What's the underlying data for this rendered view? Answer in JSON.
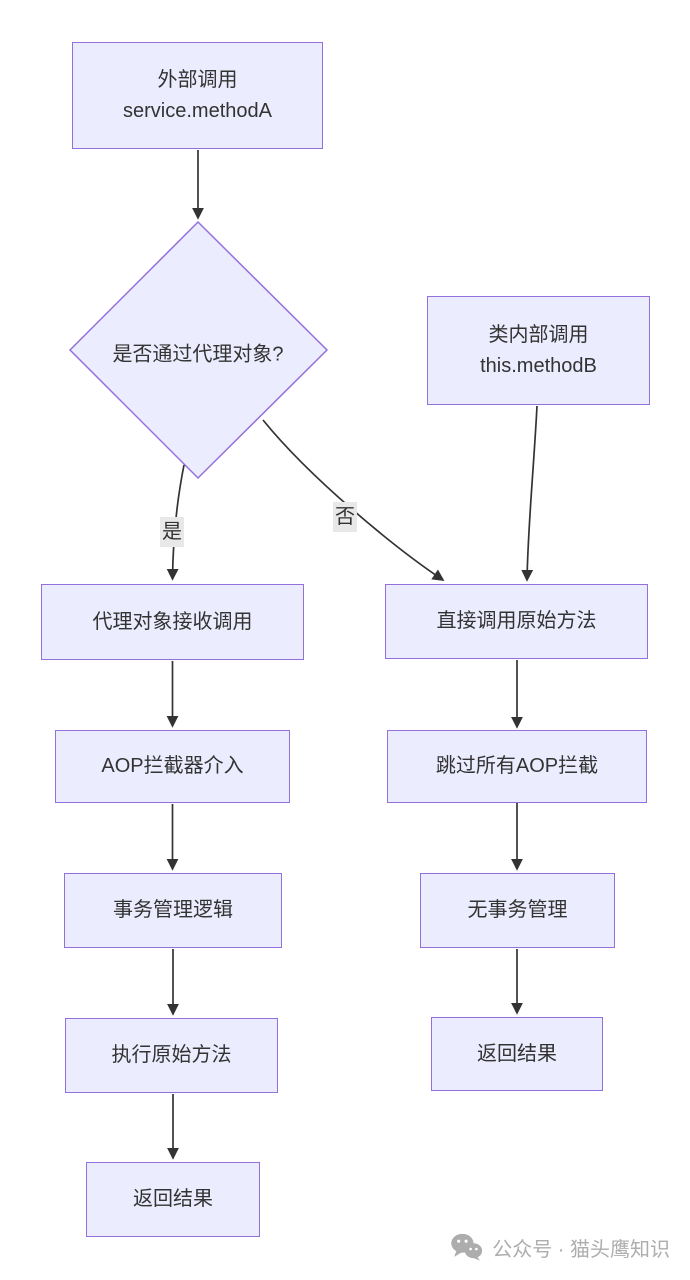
{
  "diagram": {
    "nodes": {
      "external_call": {
        "lines": [
          "外部调用",
          "service.methodA"
        ]
      },
      "decision": {
        "label": "是否通过代理对象?"
      },
      "internal_call": {
        "lines": [
          "类内部调用",
          "this.methodB"
        ]
      },
      "proxy_receive": {
        "lines": [
          "代理对象接收调用"
        ]
      },
      "aop_intercept": {
        "lines": [
          "AOP拦截器介入"
        ]
      },
      "tx_logic": {
        "lines": [
          "事务管理逻辑"
        ]
      },
      "exec_original": {
        "lines": [
          "执行原始方法"
        ]
      },
      "return_left": {
        "lines": [
          "返回结果"
        ]
      },
      "direct_call": {
        "lines": [
          "直接调用原始方法"
        ]
      },
      "skip_aop": {
        "lines": [
          "跳过所有AOP拦截"
        ]
      },
      "no_tx": {
        "lines": [
          "无事务管理"
        ]
      },
      "return_right": {
        "lines": [
          "返回结果"
        ]
      }
    },
    "edge_labels": {
      "yes": "是",
      "no": "否"
    },
    "colors": {
      "node_fill": "#ECECFF",
      "node_border": "#9370DB",
      "edge_color": "#333333",
      "edge_label_bg": "#E8E8E8",
      "text_color": "#333333",
      "watermark_color": "#ADADAD"
    }
  },
  "watermark": {
    "label": "公众号 · 猫头鹰知识",
    "icon": "wechat-icon"
  }
}
